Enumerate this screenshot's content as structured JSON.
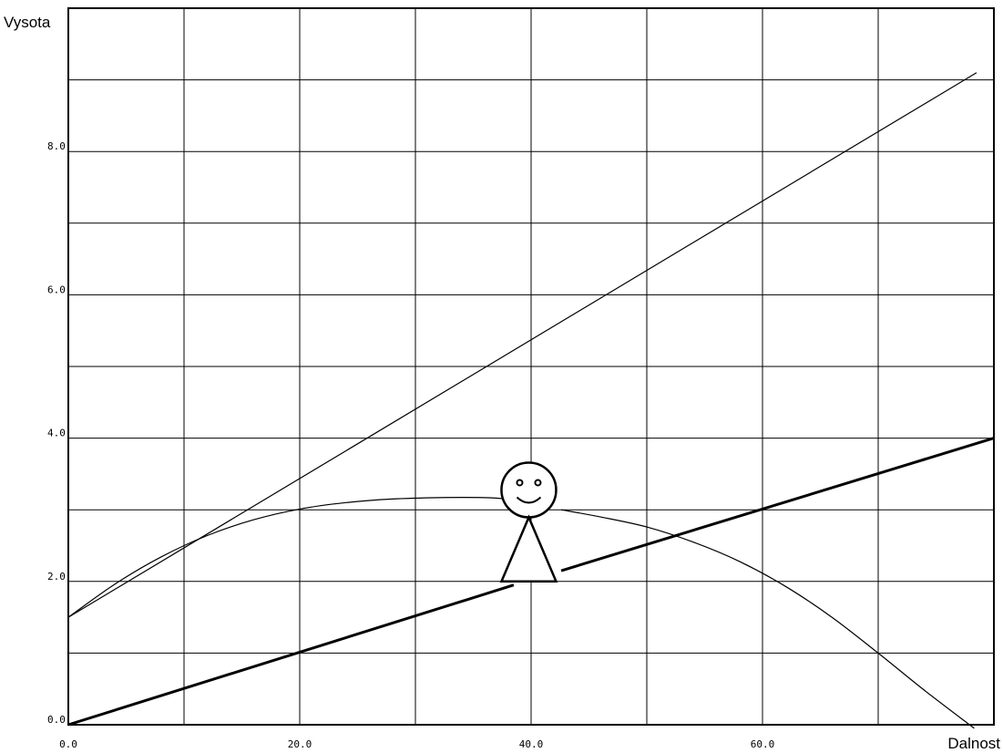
{
  "chart_data": {
    "type": "line",
    "title": "",
    "xlabel": "Dalnost",
    "ylabel": "Vysota",
    "xlim": [
      0,
      80
    ],
    "ylim": [
      0,
      10
    ],
    "x_tick_labels": [
      "0.0",
      "20.0",
      "40.0",
      "60.0"
    ],
    "y_tick_labels": [
      "0.0",
      "2.0",
      "4.0",
      "6.0",
      "8.0"
    ],
    "grid": true,
    "grid_step": {
      "x": 10,
      "y": 1
    },
    "series": [
      {
        "style": "thin",
        "color": "#000000",
        "x": [
          0,
          78.5
        ],
        "y": [
          1.5,
          9.1
        ]
      },
      {
        "style": "thick",
        "color": "#000000",
        "x": [
          0,
          38.5
        ],
        "y": [
          0,
          1.95
        ]
      },
      {
        "style": "thick",
        "color": "#000000",
        "x": [
          42.6,
          80
        ],
        "y": [
          2.15,
          4.0
        ]
      },
      {
        "style": "curve",
        "color": "#000000",
        "x": [
          0,
          4,
          8,
          12,
          16,
          20,
          24,
          28,
          32,
          36,
          38
        ],
        "y": [
          1.5,
          1.96,
          2.34,
          2.64,
          2.86,
          3.01,
          3.1,
          3.15,
          3.17,
          3.17,
          3.15
        ]
      },
      {
        "style": "curve",
        "color": "#000000",
        "x": [
          42.6,
          46,
          50,
          54,
          58,
          62,
          66,
          70,
          74,
          78.3
        ],
        "y": [
          3.0,
          2.9,
          2.76,
          2.55,
          2.28,
          1.93,
          1.5,
          1.0,
          0.48,
          -0.05
        ]
      }
    ],
    "figure": {
      "type": "stick-figure",
      "x": 39.8,
      "y_feet": 2.0,
      "y_head": 3.2
    }
  }
}
